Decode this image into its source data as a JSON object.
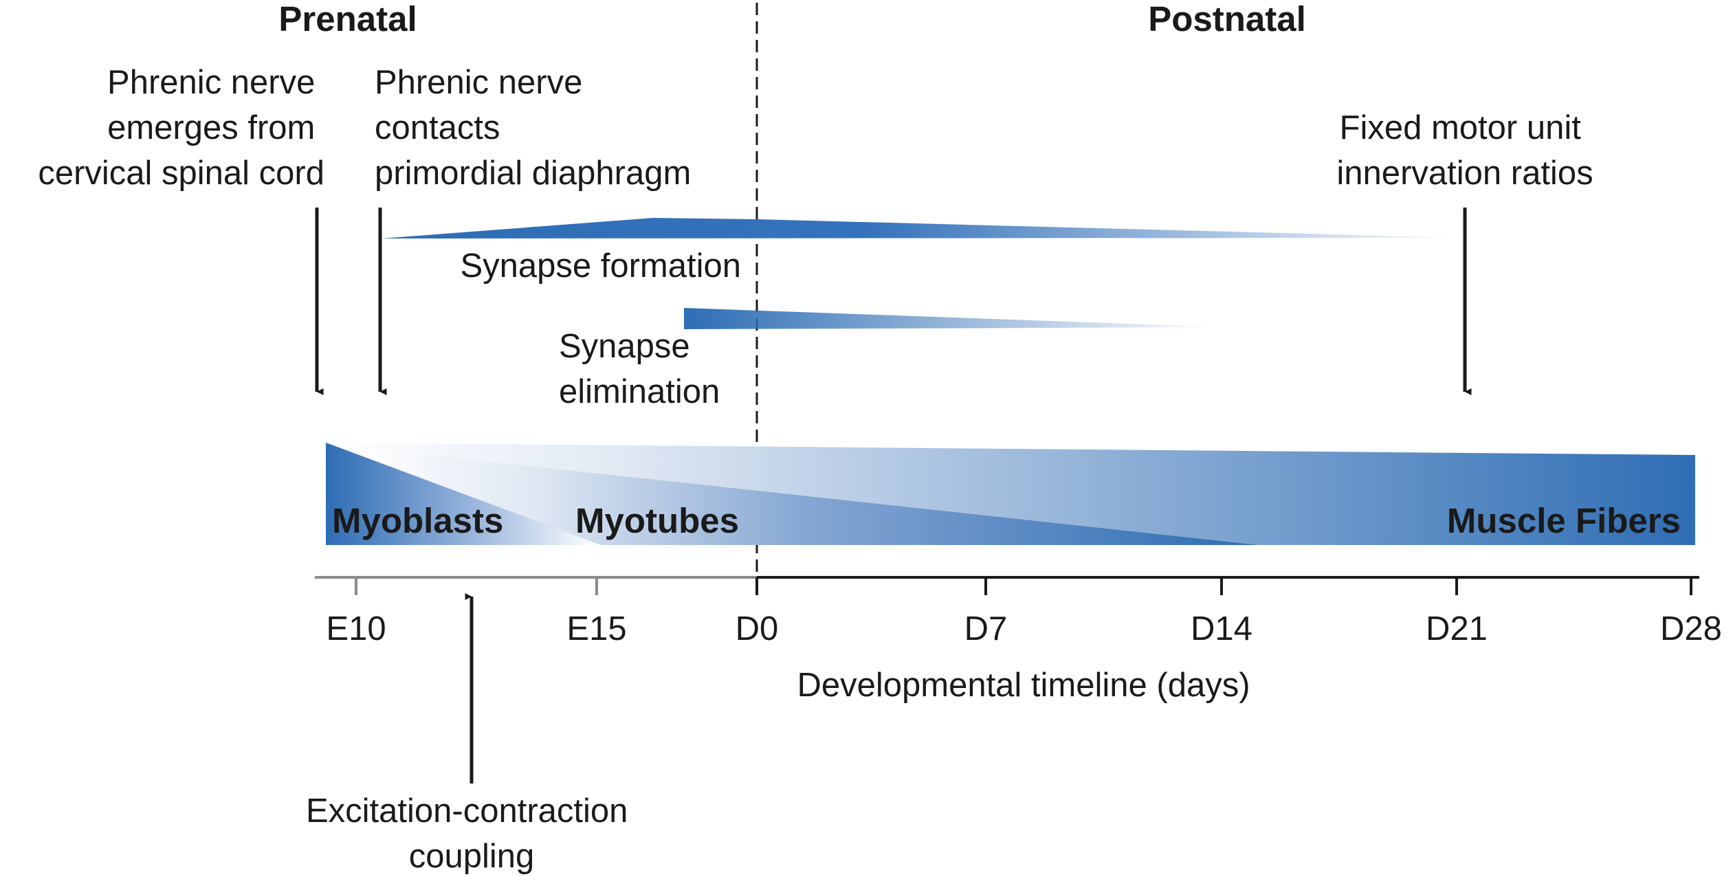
{
  "sections": {
    "prenatal": "Prenatal",
    "postnatal": "Postnatal"
  },
  "events": {
    "phrenic_emerges": [
      "Phrenic nerve",
      "emerges from",
      "cervical spinal cord"
    ],
    "phrenic_contacts": [
      "Phrenic nerve",
      "contacts",
      "primordial diaphragm"
    ],
    "fixed_ratio": [
      "Fixed motor unit",
      "innervation ratios"
    ],
    "ec_coupling": [
      "Excitation-contraction",
      "coupling"
    ]
  },
  "processes": {
    "synapse_formation": "Synapse formation",
    "synapse_elimination": [
      "Synapse",
      "elimination"
    ]
  },
  "stages": {
    "myoblasts": "Myoblasts",
    "myotubes": "Myotubes",
    "muscle_fibers": "Muscle Fibers"
  },
  "axis": {
    "ticks": [
      "E10",
      "E15",
      "D0",
      "D7",
      "D14",
      "D21",
      "D28"
    ],
    "title": "Developmental timeline (days)"
  },
  "colors": {
    "accent": "#2e6db4",
    "accent_light": "#ffffff",
    "ink": "#1a1a1a"
  }
}
